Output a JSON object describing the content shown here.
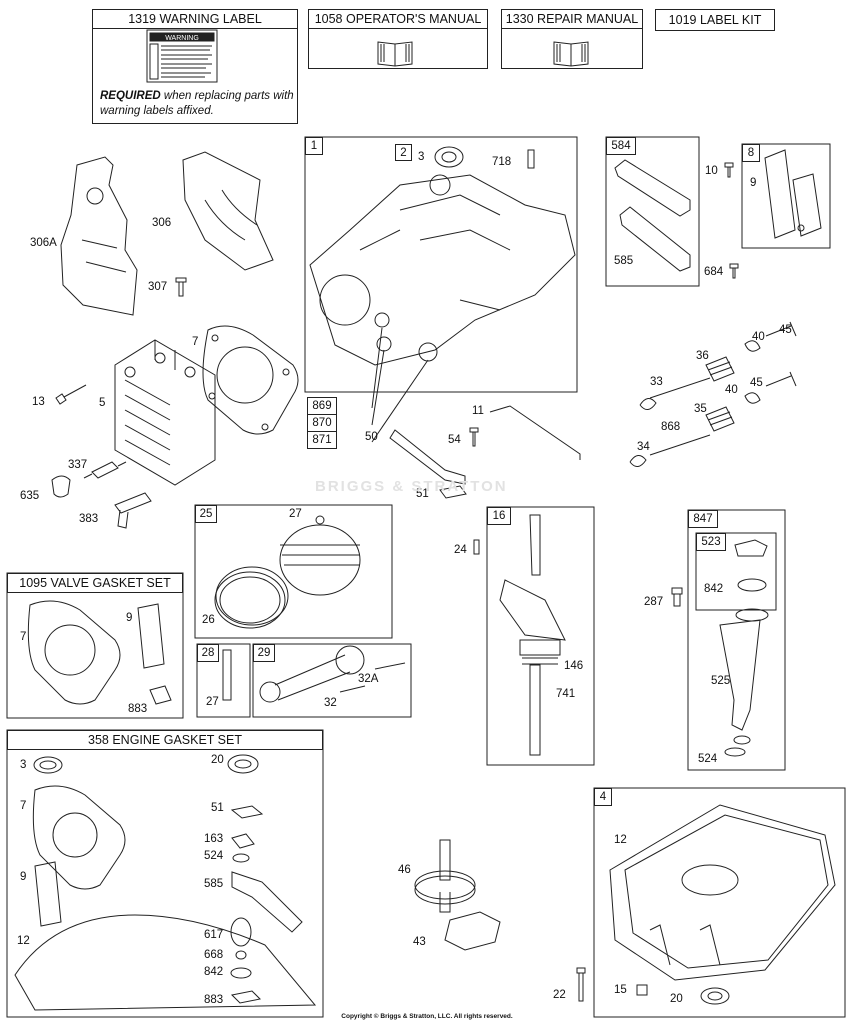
{
  "headers": {
    "warning_label": "1319 WARNING LABEL",
    "operators_manual": "1058 OPERATOR'S MANUAL",
    "repair_manual": "1330 REPAIR MANUAL",
    "label_kit": "1019 LABEL KIT",
    "valve_gasket_set": "1095 VALVE GASKET SET",
    "engine_gasket_set": "358 ENGINE GASKET SET"
  },
  "warning_note": {
    "bold": "REQUIRED",
    "text": " when replacing parts with warning labels affixed."
  },
  "warning_sticker": "WARNING",
  "watermark": "BRIGGS & STRATTON",
  "copyright": "Copyright © Briggs & Stratton, LLC. All rights reserved.",
  "tags": {
    "t1": "1",
    "t2": "2",
    "t584": "584",
    "t8": "8",
    "t869": "869",
    "t870": "870",
    "t871": "871",
    "t25": "25",
    "t16": "16",
    "t847": "847",
    "t523": "523",
    "t28": "28",
    "t29": "29",
    "t4": "4"
  },
  "labels": {
    "l306A": "306A",
    "l306": "306",
    "l307": "307",
    "l7a": "7",
    "l13": "13",
    "l5": "5",
    "l337": "337",
    "l635": "635",
    "l383": "383",
    "l3a": "3",
    "l718": "718",
    "l10": "10",
    "l9a": "9",
    "l585a": "585",
    "l684": "684",
    "l40a": "40",
    "l45a": "45",
    "l36": "36",
    "l33": "33",
    "l40b": "40",
    "l45b": "45",
    "l35": "35",
    "l868": "868",
    "l34": "34",
    "l11": "11",
    "l50": "50",
    "l54": "54",
    "l51a": "51",
    "l27a": "27",
    "l26": "26",
    "l24": "24",
    "l146": "146",
    "l741": "741",
    "l287": "287",
    "l842a": "842",
    "l525": "525",
    "l524a": "524",
    "l7b": "7",
    "l9b": "9",
    "l883a": "883",
    "l27b": "27",
    "l32A": "32A",
    "l32": "32",
    "l3b": "3",
    "l20a": "20",
    "l7c": "7",
    "l51b": "51",
    "l163": "163",
    "l524b": "524",
    "l9c": "9",
    "l585b": "585",
    "l12a": "12",
    "l617": "617",
    "l668": "668",
    "l842b": "842",
    "l883b": "883",
    "l46": "46",
    "l43": "43",
    "l22": "22",
    "l12b": "12",
    "l15": "15",
    "l20b": "20"
  }
}
